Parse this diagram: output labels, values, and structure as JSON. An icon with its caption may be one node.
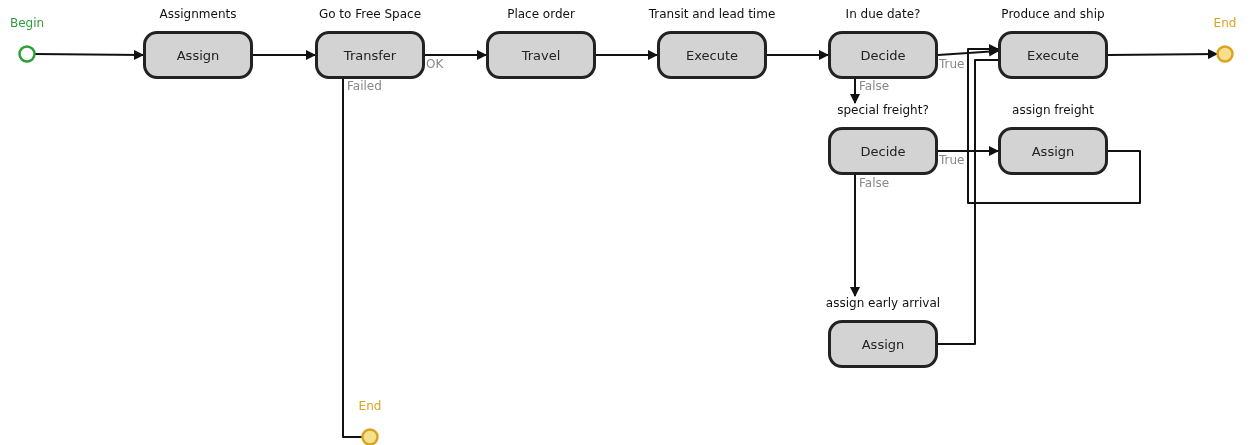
{
  "diagram": {
    "nodes": [
      {
        "text": [
          "Begin"
        ]
      },
      {
        "text": [
          "Assignments",
          "Assign"
        ]
      },
      {
        "text": [
          "Go to Free Space",
          "Transfer"
        ]
      },
      {
        "text": [
          "Place order",
          "Travel"
        ]
      },
      {
        "text": [
          "Transit and lead time",
          "Execute"
        ]
      },
      {
        "text": [
          "In due date?",
          "Decide"
        ]
      },
      {
        "text": [
          "Produce and ship",
          "Execute"
        ]
      },
      {
        "text": [
          "End"
        ]
      },
      {
        "text": [
          "special freight?",
          "Decide"
        ]
      },
      {
        "text": [
          "assign freight",
          "Assign"
        ]
      },
      {
        "text": [
          "assign early arrival",
          "Assign"
        ]
      },
      {
        "text": [
          "End"
        ]
      }
    ],
    "edges": [
      {
        "from": 0,
        "to": 1,
        "arrow": "to"
      },
      {
        "from": 1,
        "to": 2,
        "arrow": "to"
      },
      {
        "from": 2,
        "to": 3,
        "arrow": "to",
        "label": "OK"
      },
      {
        "from": 3,
        "to": 4,
        "arrow": "to"
      },
      {
        "from": 4,
        "to": 5,
        "arrow": "to"
      },
      {
        "from": 5,
        "to": 6,
        "arrow": "to",
        "label": "True"
      },
      {
        "from": 5,
        "to": 8,
        "arrow": "to",
        "label": "False"
      },
      {
        "from": 8,
        "to": 9,
        "arrow": "to",
        "label": "True"
      },
      {
        "from": 8,
        "to": 10,
        "arrow": "to",
        "label": "False"
      },
      {
        "from": 9,
        "to": 6,
        "arrow": "to"
      },
      {
        "from": 10,
        "to": 6,
        "arrow": "none"
      },
      {
        "from": 6,
        "to": 7,
        "arrow": "to"
      },
      {
        "from": 2,
        "to": 11,
        "arrow": "none",
        "label": "Failed"
      }
    ]
  }
}
